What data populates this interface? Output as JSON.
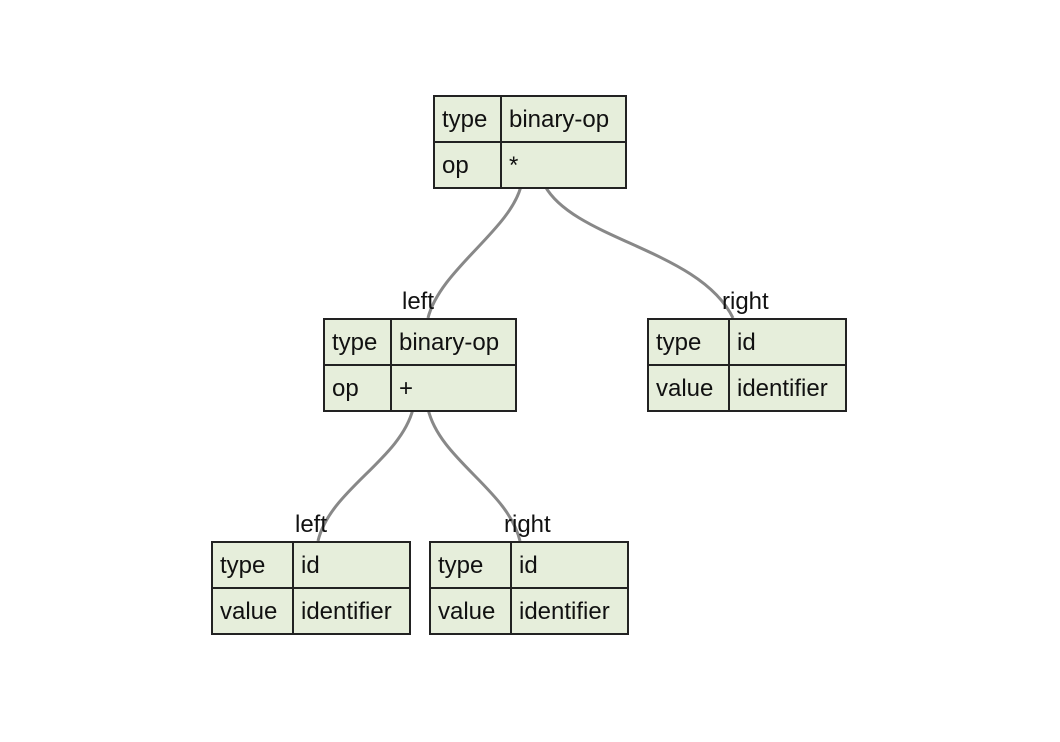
{
  "colors": {
    "node_fill": "#e6eedb",
    "node_border": "#222222",
    "edge": "#888888"
  },
  "nodes": [
    {
      "id": "root",
      "rows": [
        {
          "key": "type",
          "value": "binary-op"
        },
        {
          "key": "op",
          "value": "*"
        }
      ]
    },
    {
      "id": "left",
      "rows": [
        {
          "key": "type",
          "value": "binary-op"
        },
        {
          "key": "op",
          "value": "+"
        }
      ]
    },
    {
      "id": "right",
      "rows": [
        {
          "key": "type",
          "value": "id"
        },
        {
          "key": "value",
          "value": "identifier"
        }
      ]
    },
    {
      "id": "left-left",
      "rows": [
        {
          "key": "type",
          "value": "id"
        },
        {
          "key": "value",
          "value": "identifier"
        }
      ]
    },
    {
      "id": "left-right",
      "rows": [
        {
          "key": "type",
          "value": "id"
        },
        {
          "key": "value",
          "value": "identifier"
        }
      ]
    }
  ],
  "edges": [
    {
      "from": "root",
      "to": "left",
      "label": "left"
    },
    {
      "from": "root",
      "to": "right",
      "label": "right"
    },
    {
      "from": "left",
      "to": "left-left",
      "label": "left"
    },
    {
      "from": "left",
      "to": "left-right",
      "label": "right"
    }
  ]
}
